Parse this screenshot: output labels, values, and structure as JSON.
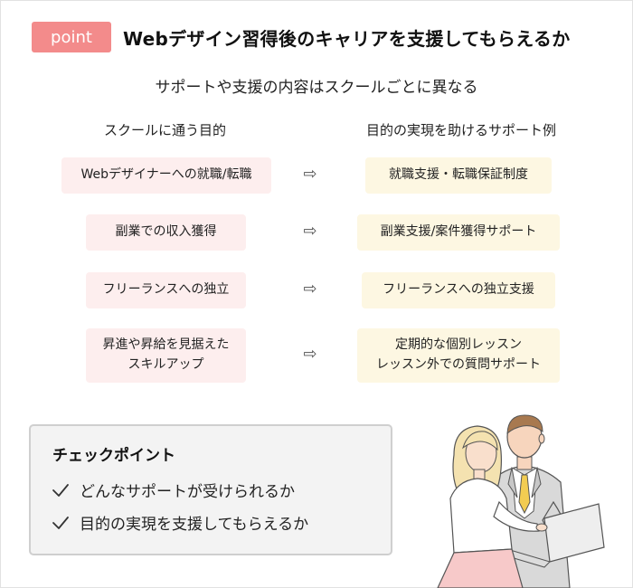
{
  "header": {
    "badge": "point",
    "title": "Webデザイン習得後のキャリアを支援してもらえるか"
  },
  "subtitle": "サポートや支援の内容はスクールごとに異なる",
  "columns": {
    "left": "スクールに通う目的",
    "right": "目的の実現を助けるサポート例"
  },
  "arrow": "⇨",
  "rows": [
    {
      "left": "Webデザイナーへの就職/転職",
      "right": "就職支援・転職保証制度"
    },
    {
      "left": "副業での収入獲得",
      "right": "副業支援/案件獲得サポート"
    },
    {
      "left": "フリーランスへの独立",
      "right": "フリーランスへの独立支援"
    },
    {
      "left_lines": [
        "昇進や昇給を見据えた",
        "スキルアップ"
      ],
      "right_lines": [
        "定期的な個別レッスン",
        "レッスン外での質問サポート"
      ]
    }
  ],
  "checkpoint": {
    "title": "チェックポイント",
    "items": [
      "どんなサポートが受けられるか",
      "目的の実現を支援してもらえるか"
    ]
  },
  "colors": {
    "badge": "#f38b8b",
    "left_cell": "#fdeeee",
    "right_cell": "#fdf7e2",
    "check_bg": "#f3f3f3"
  }
}
